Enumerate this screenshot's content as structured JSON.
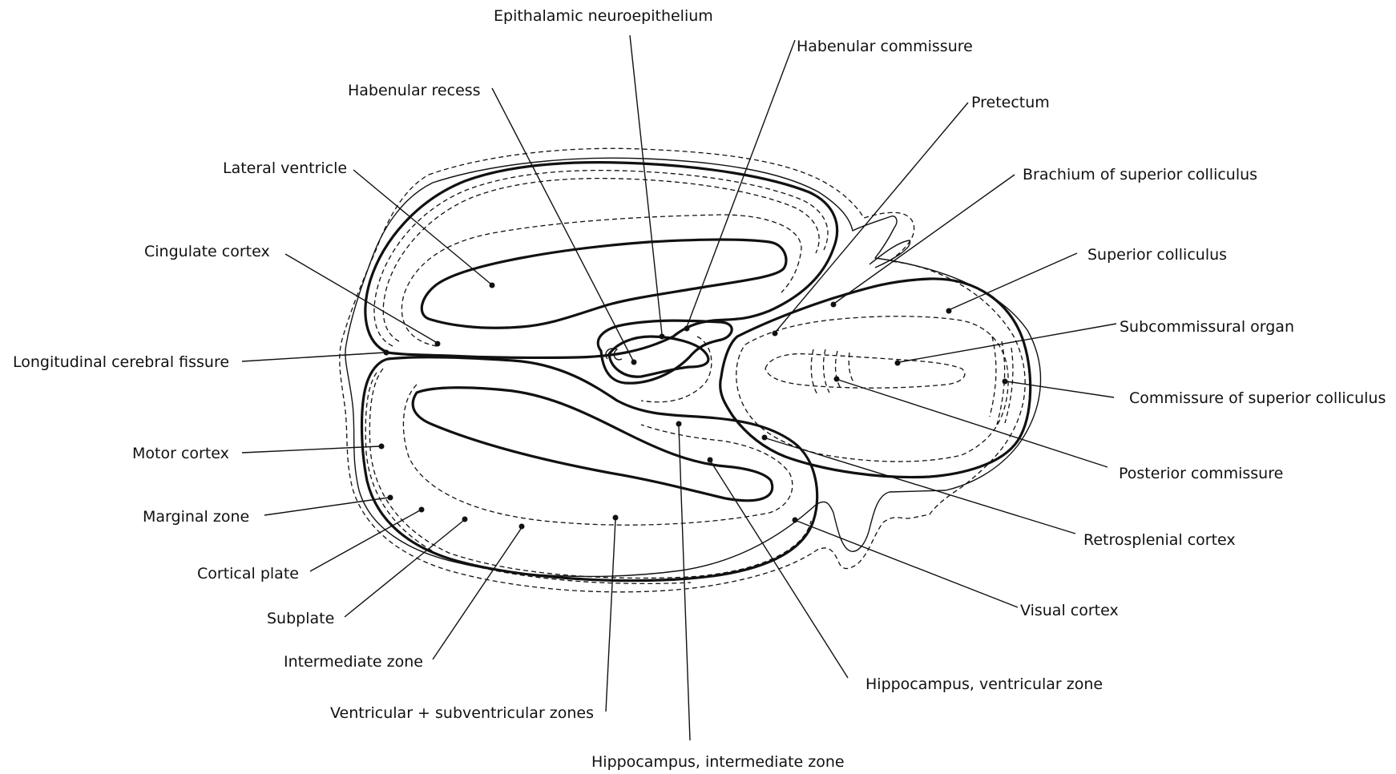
{
  "labels": {
    "epithalamic_neuroepithelium": "Epithalamic neuroepithelium",
    "habenular_commissure": "Habenular commissure",
    "habenular_recess": "Habenular recess",
    "pretectum": "Pretectum",
    "lateral_ventricle": "Lateral ventricle",
    "brachium_superior_colliculus": "Brachium of superior colliculus",
    "cingulate_cortex": "Cingulate cortex",
    "superior_colliculus": "Superior colliculus",
    "subcommissural_organ": "Subcommissural organ",
    "longitudinal_cerebral_fissure": "Longitudinal cerebral fissure",
    "commissure_superior_colliculus": "Commissure of superior colliculus",
    "motor_cortex": "Motor cortex",
    "posterior_commissure": "Posterior commissure",
    "marginal_zone": "Marginal zone",
    "retrosplenial_cortex": "Retrosplenial cortex",
    "cortical_plate": "Cortical plate",
    "visual_cortex": "Visual cortex",
    "subplate": "Subplate",
    "intermediate_zone": "Intermediate zone",
    "hippocampus_ventricular_zone": "Hippocampus, ventricular zone",
    "ventricular_subventricular_zones": "Ventricular + subventricular zones",
    "hippocampus_intermediate_zone": "Hippocampus, intermediate zone"
  }
}
